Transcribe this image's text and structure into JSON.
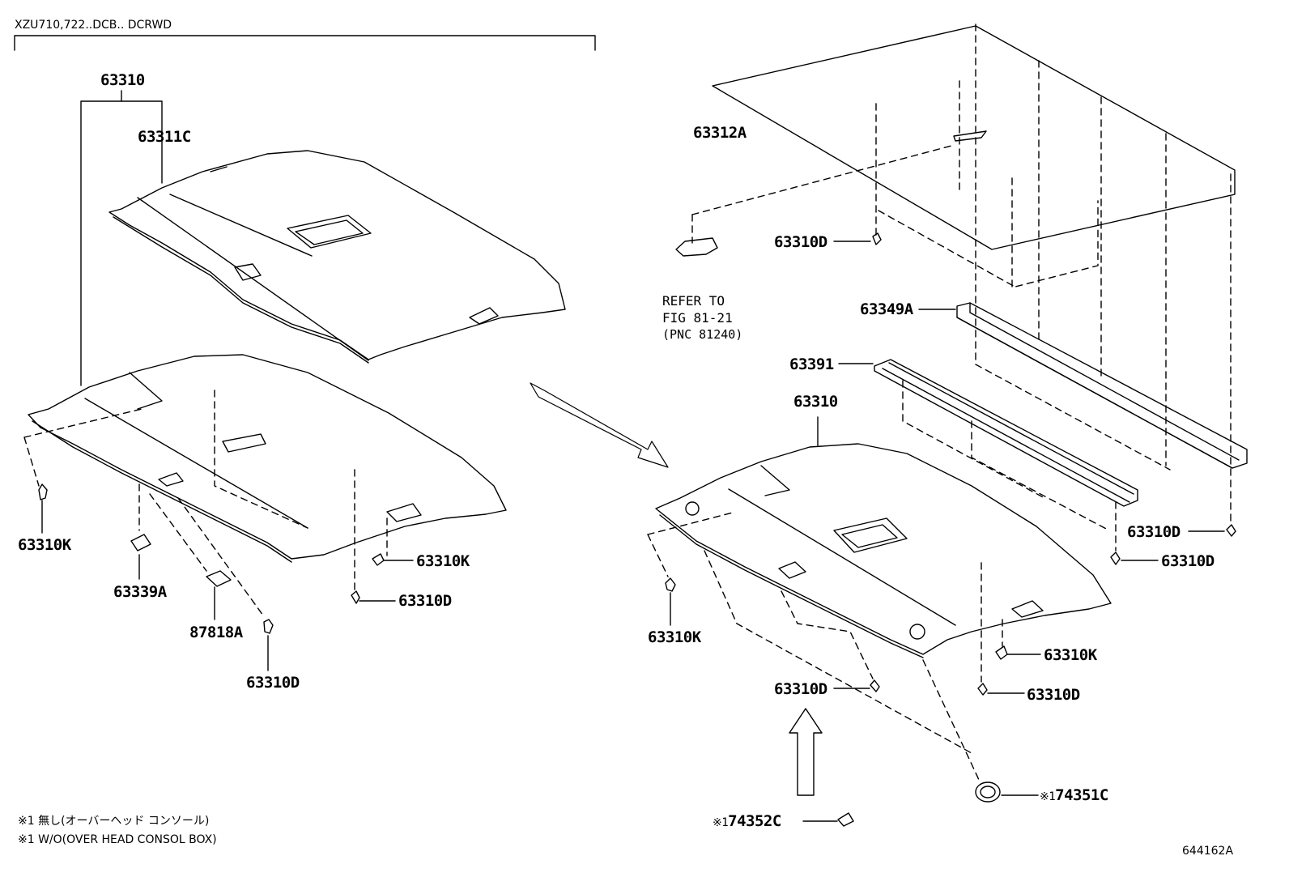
{
  "header": {
    "model_code": "XZU710,722..DCB.. DCRWD"
  },
  "figure_id": "644162A",
  "refer": {
    "line1": "REFER TO",
    "line2": "FIG 81-21",
    "line3": "(PNC 81240)"
  },
  "notes": {
    "line1": "※1 無し(オーバーヘッド コンソール)",
    "line2": "※1 W/O(OVER HEAD CONSOL BOX)"
  },
  "note_mark": "※1",
  "parts": {
    "left_assy": "63310",
    "left_63311c": "63311C",
    "left_63310k_a": "63310K",
    "left_63339a": "63339A",
    "left_87818a": "87818A",
    "left_63310d_a": "63310D",
    "left_63310k_b": "63310K",
    "left_63310d_b": "63310D",
    "r_63312a": "63312A",
    "r_63310d_a": "63310D",
    "r_63349a": "63349A",
    "r_63391": "63391",
    "r_63310": "63310",
    "r_63310d_b": "63310D",
    "r_63310d_c": "63310D",
    "r_63310k_a": "63310K",
    "r_63310k_b": "63310K",
    "r_63310d_d": "63310D",
    "r_63310d_e": "63310D",
    "r_74351c": "74351C",
    "r_74352c": "74352C"
  },
  "colors": {
    "line": "#000000",
    "background": "#ffffff"
  }
}
